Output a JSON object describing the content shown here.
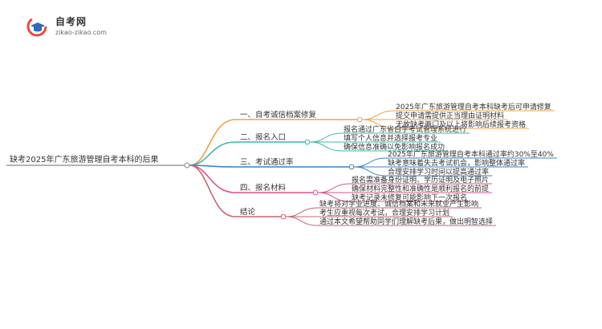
{
  "logo": {
    "title": "自考网",
    "subtitle": "zikao-zikao.com",
    "icon": "graduation-cap-icon",
    "colors": [
      "#e94b3c",
      "#2f6db5"
    ]
  },
  "root": {
    "label": "缺考2025年广东旅游管理自考本科的后果"
  },
  "branches": [
    {
      "label": "一、自考诚信档案修复",
      "color": "#f0a04b",
      "leaves": [
        "2025年广东旅游管理自考本科缺考后可申请修复",
        "提交申请需提供正当理由证明材料",
        "无故缺考两门及以上将影响后续报考资格"
      ]
    },
    {
      "label": "二、报名入口",
      "color": "#3cb8a6",
      "leaves": [
        "报名通过广东省自学考试管理系统进行",
        "填写个人信息并选择报考专业",
        "确保信息准确以免影响报名成功"
      ]
    },
    {
      "label": "三、考试通过率",
      "color": "#3b82c4",
      "leaves": [
        "2025年广东旅游管理自考本科通过率约30%至40%",
        "缺考意味着失去考试机会，影响整体通过率",
        "合理安排学习时间以提高通过率"
      ]
    },
    {
      "label": "四、报名材料",
      "color": "#e0508a",
      "leaves": [
        "报名需准备身份证明、学历证明及电子照片",
        "确保材料完整性和准确性是顺利报名的前提",
        "缺考记录未修复可能影响下一次报名"
      ]
    },
    {
      "label": "结论",
      "color": "#c9646e",
      "leaves": [
        "缺考将对学业进度、诚信档案和未来就业产生影响",
        "考生应重视每次考试，合理安排学习计划",
        "通过本文希望帮助同学们理解缺考后果，做出明智选择"
      ]
    }
  ]
}
